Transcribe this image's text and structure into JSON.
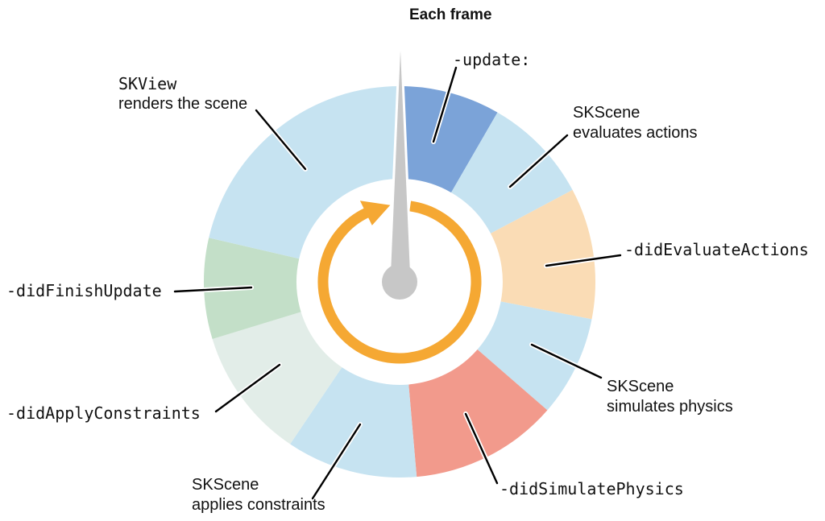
{
  "diagram_title": "Each frame",
  "colors": {
    "light_blue": "#C6E3F1",
    "dark_blue": "#7BA3D8",
    "peach": "#FADCB5",
    "salmon": "#F29A8C",
    "pale_green": "#E2EDE8",
    "green": "#C3DFC8",
    "orange": "#F5A833",
    "needle_gray": "#C7C7C7",
    "callout_line": "#000000",
    "text": "#111111"
  },
  "labels": {
    "each_frame": "Each frame",
    "update": "-update:",
    "evaluates_1": "SKScene",
    "evaluates_2": "evaluates actions",
    "did_evaluate": "-didEvaluateActions",
    "simulates_1": "SKScene",
    "simulates_2": "simulates physics",
    "did_simulate": "-didSimulatePhysics",
    "applies_1": "SKScene",
    "applies_2": "applies constraints",
    "did_apply": "-didApplyConstraints",
    "did_finish": "-didFinishUpdate",
    "renders_1": "SKView",
    "renders_2": "renders the scene"
  },
  "wheel": {
    "description": "SpriteKit frame render cycle, segments clockwise from top",
    "segments": [
      {
        "name": "update",
        "label": "-update:",
        "color": "dark_blue",
        "start_deg": 1,
        "end_deg": 30
      },
      {
        "name": "evaluates-actions",
        "label": "SKScene evaluates actions",
        "color": "light_blue",
        "start_deg": 30,
        "end_deg": 62
      },
      {
        "name": "did-evaluate-actions",
        "label": "-didEvaluateActions",
        "color": "peach",
        "start_deg": 62,
        "end_deg": 101
      },
      {
        "name": "simulates-physics",
        "label": "SKScene simulates physics",
        "color": "light_blue",
        "start_deg": 101,
        "end_deg": 131
      },
      {
        "name": "did-simulate-physics",
        "label": "-didSimulatePhysics",
        "color": "salmon",
        "start_deg": 131,
        "end_deg": 175
      },
      {
        "name": "applies-constraints",
        "label": "SKScene applies constraints",
        "color": "light_blue",
        "start_deg": 175,
        "end_deg": 214
      },
      {
        "name": "did-apply-constraints",
        "label": "-didApplyConstraints",
        "color": "pale_green",
        "start_deg": 214,
        "end_deg": 253
      },
      {
        "name": "did-finish-update",
        "label": "-didFinishUpdate",
        "color": "green",
        "start_deg": 253,
        "end_deg": 283
      },
      {
        "name": "renders-scene",
        "label": "SKView renders the scene",
        "color": "light_blue",
        "start_deg": 283,
        "end_deg": 361
      }
    ]
  }
}
